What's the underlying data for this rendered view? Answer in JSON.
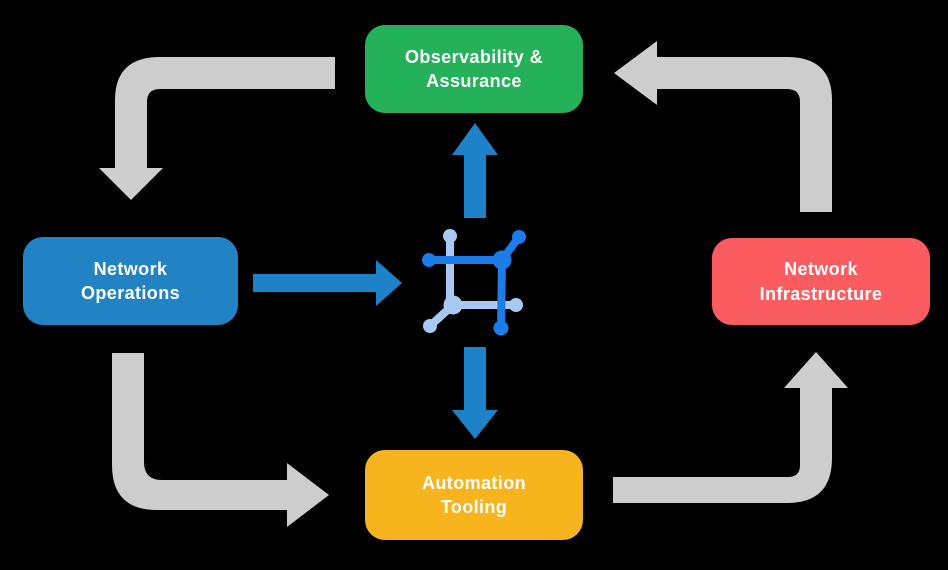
{
  "colors": {
    "background": "#000000",
    "arrow_gray": "#CDCDCD",
    "arrow_blue": "#1D82C7",
    "icon_dark_blue": "#1E7CE8",
    "icon_light_blue": "#A8C9F4",
    "text": "#FFFFFF"
  },
  "icons": {
    "center": "network-automation-mesh-icon"
  },
  "nodes": [
    {
      "id": "observability-assurance",
      "label": "Observability &\nAssurance",
      "color": "#24B15A"
    },
    {
      "id": "network-operations",
      "label": "Network\nOperations",
      "color": "#2183C4"
    },
    {
      "id": "network-infrastructure",
      "label": "Network\nInfrastructure",
      "color": "#FB5C5F"
    },
    {
      "id": "automation-tooling",
      "label": "Automation\nTooling",
      "color": "#F7B41C"
    }
  ],
  "flows": {
    "gray": [
      "observability-to-operations",
      "infrastructure-to-observability",
      "operations-to-automation",
      "automation-to-infrastructure"
    ],
    "blue": [
      "operations-to-center",
      "center-to-observability",
      "center-to-automation"
    ]
  }
}
